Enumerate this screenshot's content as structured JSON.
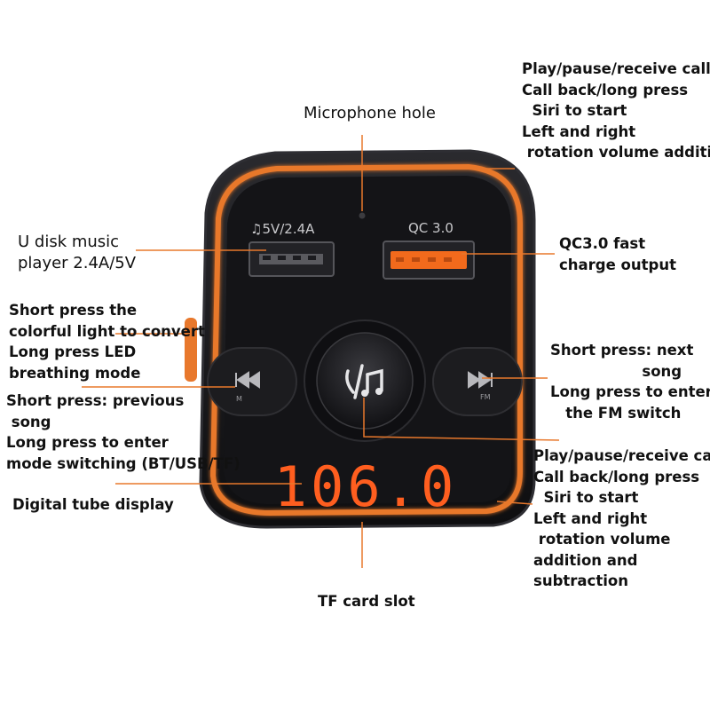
{
  "device": {
    "display_value": "106.0",
    "port_left_label": "♫5V/2.4A",
    "port_right_label": "QC 3.0",
    "fm_label": "FM",
    "m_label": "M",
    "colors": {
      "ring": "#e8782c",
      "body": "#17171a",
      "display": "#ff5e1f",
      "usb_orange": "#f26a1c"
    },
    "icons": [
      "phone-music-icon",
      "previous-track-icon",
      "next-track-icon",
      "music-note-icon"
    ]
  },
  "annotations": {
    "microphone": "Microphone hole",
    "top_right": "Play/pause/receive call\nCall back/long press\n  Siri to start\nLeft and right\n rotation volume addition",
    "u_disk": "U disk music\nplayer 2.4A/5V",
    "qc": "QC3.0 fast\ncharge output",
    "color_light": "Short press the\ncolorful light to convert\nLong press LED\nbreathing mode",
    "next_song": "Short press: next\n                  song\nLong press to enter\n   the FM switch",
    "prev_song": "Short press: previous\n song\nLong press to enter\nmode switching (BT/USB/TF)",
    "center_button": "Play/pause/receive call\nCall back/long press\n  Siri to start\nLeft and right\n rotation volume\naddition and\nsubtraction",
    "digital_tube": "Digital tube display",
    "tf_card": "TF card slot"
  }
}
